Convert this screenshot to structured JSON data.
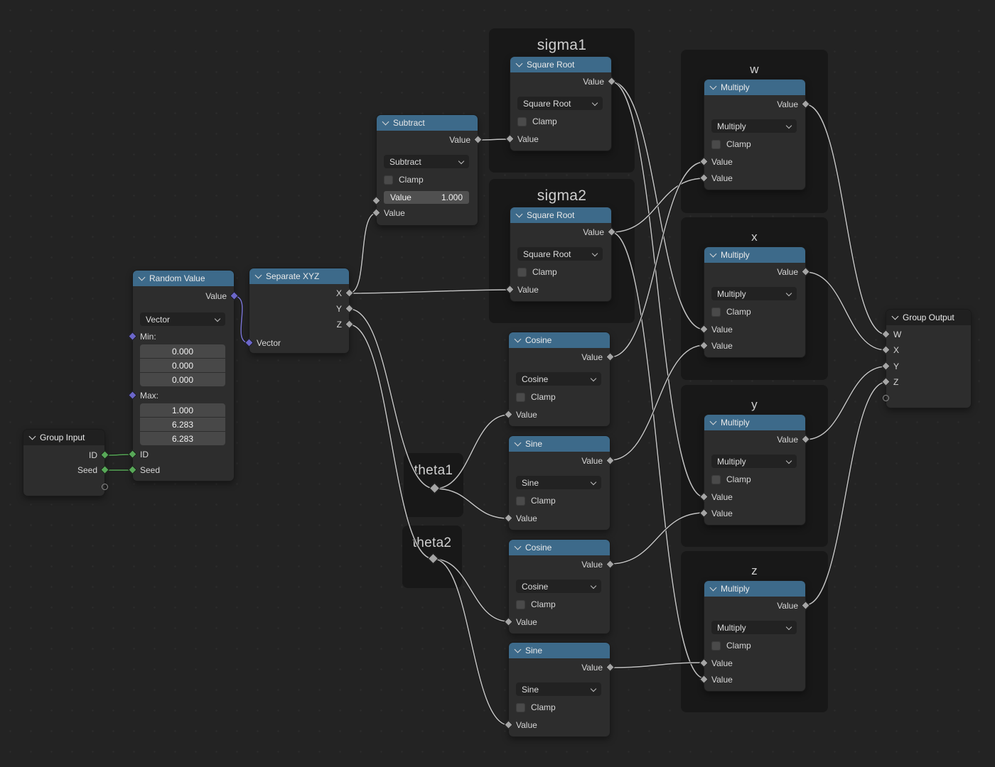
{
  "colors": {
    "header_math": "#3d6a8a",
    "header_group": "#202020",
    "socket_float": "#a5a5a5",
    "socket_int": "#58a858",
    "socket_vector": "#6b66c9",
    "wire_float": "#c2c2c2",
    "wire_int": "#58a858",
    "wire_vector": "#7b76d2"
  },
  "frames": {
    "sigma1": "sigma1",
    "sigma2": "sigma2",
    "theta1": "theta1",
    "theta2": "theta2",
    "w": "w",
    "x": "x",
    "y": "y",
    "z": "z"
  },
  "nodes": {
    "group_input": {
      "title": "Group Input",
      "outputs": [
        "ID",
        "Seed"
      ]
    },
    "random_value": {
      "title": "Random Value",
      "output": "Value",
      "data_type": "Vector",
      "min_label": "Min:",
      "min": [
        "0.000",
        "0.000",
        "0.000"
      ],
      "max_label": "Max:",
      "max": [
        "1.000",
        "6.283",
        "6.283"
      ],
      "inputs": [
        "ID",
        "Seed"
      ]
    },
    "separate_xyz": {
      "title": "Separate XYZ",
      "outputs": [
        "X",
        "Y",
        "Z"
      ],
      "input": "Vector"
    },
    "subtract": {
      "title": "Subtract",
      "output": "Value",
      "operation": "Subtract",
      "clamp": "Clamp",
      "field_label": "Value",
      "field_value": "1.000",
      "input": "Value"
    },
    "sqrt1": {
      "title": "Square Root",
      "output": "Value",
      "operation": "Square Root",
      "clamp": "Clamp",
      "input": "Value"
    },
    "sqrt2": {
      "title": "Square Root",
      "output": "Value",
      "operation": "Square Root",
      "clamp": "Clamp",
      "input": "Value"
    },
    "cosine1": {
      "title": "Cosine",
      "output": "Value",
      "operation": "Cosine",
      "clamp": "Clamp",
      "input": "Value"
    },
    "sine1": {
      "title": "Sine",
      "output": "Value",
      "operation": "Sine",
      "clamp": "Clamp",
      "input": "Value"
    },
    "cosine2": {
      "title": "Cosine",
      "output": "Value",
      "operation": "Cosine",
      "clamp": "Clamp",
      "input": "Value"
    },
    "sine2": {
      "title": "Sine",
      "output": "Value",
      "operation": "Sine",
      "clamp": "Clamp",
      "input": "Value"
    },
    "mul_w": {
      "title": "Multiply",
      "output": "Value",
      "operation": "Multiply",
      "clamp": "Clamp",
      "inputs": [
        "Value",
        "Value"
      ]
    },
    "mul_x": {
      "title": "Multiply",
      "output": "Value",
      "operation": "Multiply",
      "clamp": "Clamp",
      "inputs": [
        "Value",
        "Value"
      ]
    },
    "mul_y": {
      "title": "Multiply",
      "output": "Value",
      "operation": "Multiply",
      "clamp": "Clamp",
      "inputs": [
        "Value",
        "Value"
      ]
    },
    "mul_z": {
      "title": "Multiply",
      "output": "Value",
      "operation": "Multiply",
      "clamp": "Clamp",
      "inputs": [
        "Value",
        "Value"
      ]
    },
    "group_output": {
      "title": "Group Output",
      "inputs": [
        "W",
        "X",
        "Y",
        "Z"
      ]
    }
  },
  "wires": [
    {
      "f": [
        147,
        641
      ],
      "t": [
        187,
        640
      ],
      "c": "int"
    },
    {
      "f": [
        147,
        662
      ],
      "t": [
        187,
        662
      ],
      "c": "int"
    },
    {
      "f": [
        329,
        417
      ],
      "t": [
        351,
        483
      ],
      "c": "vector"
    },
    {
      "f": [
        491,
        413
      ],
      "t": [
        530,
        300
      ],
      "c": "float"
    },
    {
      "f": [
        491,
        413
      ],
      "t": [
        718,
        408
      ],
      "c": "float"
    },
    {
      "f": [
        491,
        435
      ],
      "t": [
        612,
        688
      ],
      "c": "float"
    },
    {
      "f": [
        491,
        457
      ],
      "t": [
        610,
        787
      ],
      "c": "float"
    },
    {
      "f": [
        672,
        197
      ],
      "t": [
        718,
        196
      ],
      "c": "float"
    },
    {
      "f": [
        860,
        115
      ],
      "t": [
        991,
        464
      ],
      "c": "float"
    },
    {
      "f": [
        860,
        115
      ],
      "t": [
        991,
        700
      ],
      "c": "float"
    },
    {
      "f": [
        860,
        327
      ],
      "t": [
        991,
        251
      ],
      "c": "float"
    },
    {
      "f": [
        860,
        327
      ],
      "t": [
        991,
        955
      ],
      "c": "float"
    },
    {
      "f": [
        612,
        688
      ],
      "t": [
        716,
        584
      ],
      "c": "float"
    },
    {
      "f": [
        612,
        688
      ],
      "t": [
        716,
        730
      ],
      "c": "float"
    },
    {
      "f": [
        610,
        787
      ],
      "t": [
        716,
        875
      ],
      "c": "float"
    },
    {
      "f": [
        610,
        787
      ],
      "t": [
        716,
        1021
      ],
      "c": "float"
    },
    {
      "f": [
        858,
        503
      ],
      "t": [
        991,
        228
      ],
      "c": "float"
    },
    {
      "f": [
        858,
        648
      ],
      "t": [
        991,
        486
      ],
      "c": "float"
    },
    {
      "f": [
        858,
        794
      ],
      "t": [
        991,
        722
      ],
      "c": "float"
    },
    {
      "f": [
        858,
        940
      ],
      "t": [
        991,
        933
      ],
      "c": "float"
    },
    {
      "f": [
        1133,
        147
      ],
      "t": [
        1247,
        471
      ],
      "c": "float"
    },
    {
      "f": [
        1133,
        383
      ],
      "t": [
        1247,
        493
      ],
      "c": "float"
    },
    {
      "f": [
        1133,
        619
      ],
      "t": [
        1247,
        516
      ],
      "c": "float"
    },
    {
      "f": [
        1133,
        852
      ],
      "t": [
        1247,
        538
      ],
      "c": "float"
    }
  ]
}
